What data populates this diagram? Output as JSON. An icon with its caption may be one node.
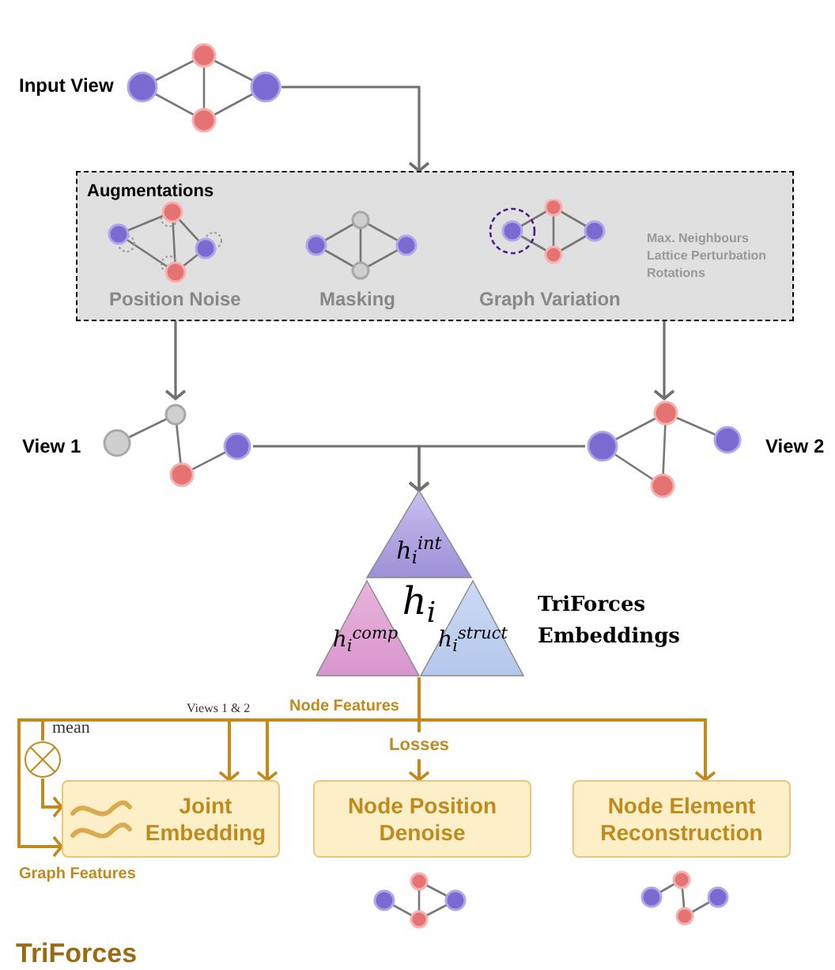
{
  "diagram": {
    "title": "TriForces",
    "nodes": [
      {
        "text": [],
        "shape": "picture",
        "beside": [
          "Input View"
        ]
      },
      {
        "text": [
          "Augmentations"
        ]
      },
      {
        "text": [],
        "shape": "picture",
        "beside": [
          "View 1"
        ]
      },
      {
        "text": [],
        "shape": "picture",
        "beside": [
          "View 2"
        ]
      },
      {
        "text": [
          "h$_{i}$$^{int}$",
          "h$_{i}$$^{comp}$",
          "h$_{i}$$^{struct}$",
          "h$_{i}$"
        ],
        "beside": [
          "TriForces Embeddings"
        ]
      },
      {
        "text": [],
        "shape": "circle",
        "beside": [
          "mean"
        ]
      },
      {
        "text": [
          "Joint Embedding"
        ]
      },
      {
        "text": [
          "Node Position Denoise"
        ]
      },
      {
        "text": [
          "Node Element Reconstruction"
        ]
      }
    ],
    "edges": [
      {
        "from": 0,
        "to": 1,
        "arrow": "to",
        "color": "#707070"
      },
      {
        "from": 1,
        "to": 2,
        "arrow": "to",
        "color": "#707070"
      },
      {
        "from": 1,
        "to": 3,
        "arrow": "to",
        "color": "#707070"
      },
      {
        "from": 2,
        "to": 4,
        "arrow": "to",
        "color": "#707070"
      },
      {
        "from": 3,
        "to": 4,
        "arrow": "to",
        "color": "#707070"
      },
      {
        "from": 4,
        "to": 7,
        "arrow": "to",
        "label": "Losses"
      },
      {
        "from": 4,
        "to": 6,
        "arrow": "to"
      },
      {
        "from": 4,
        "to": 6,
        "arrow": "to"
      },
      {
        "from": 4,
        "to": 8,
        "arrow": "to"
      },
      {
        "from": 4,
        "to": 5,
        "arrow": "none"
      },
      {
        "from": 5,
        "to": 6,
        "arrow": "to"
      },
      {
        "from": 4,
        "to": 6,
        "arrow": "to"
      }
    ],
    "labels": [
      "Position Noise",
      "Masking",
      "Graph Variation",
      "Max. Neighbours",
      "Lattice Perturbation",
      "Rotations",
      "Views 1 & 2",
      "Node Features",
      "Graph Features"
    ]
  }
}
